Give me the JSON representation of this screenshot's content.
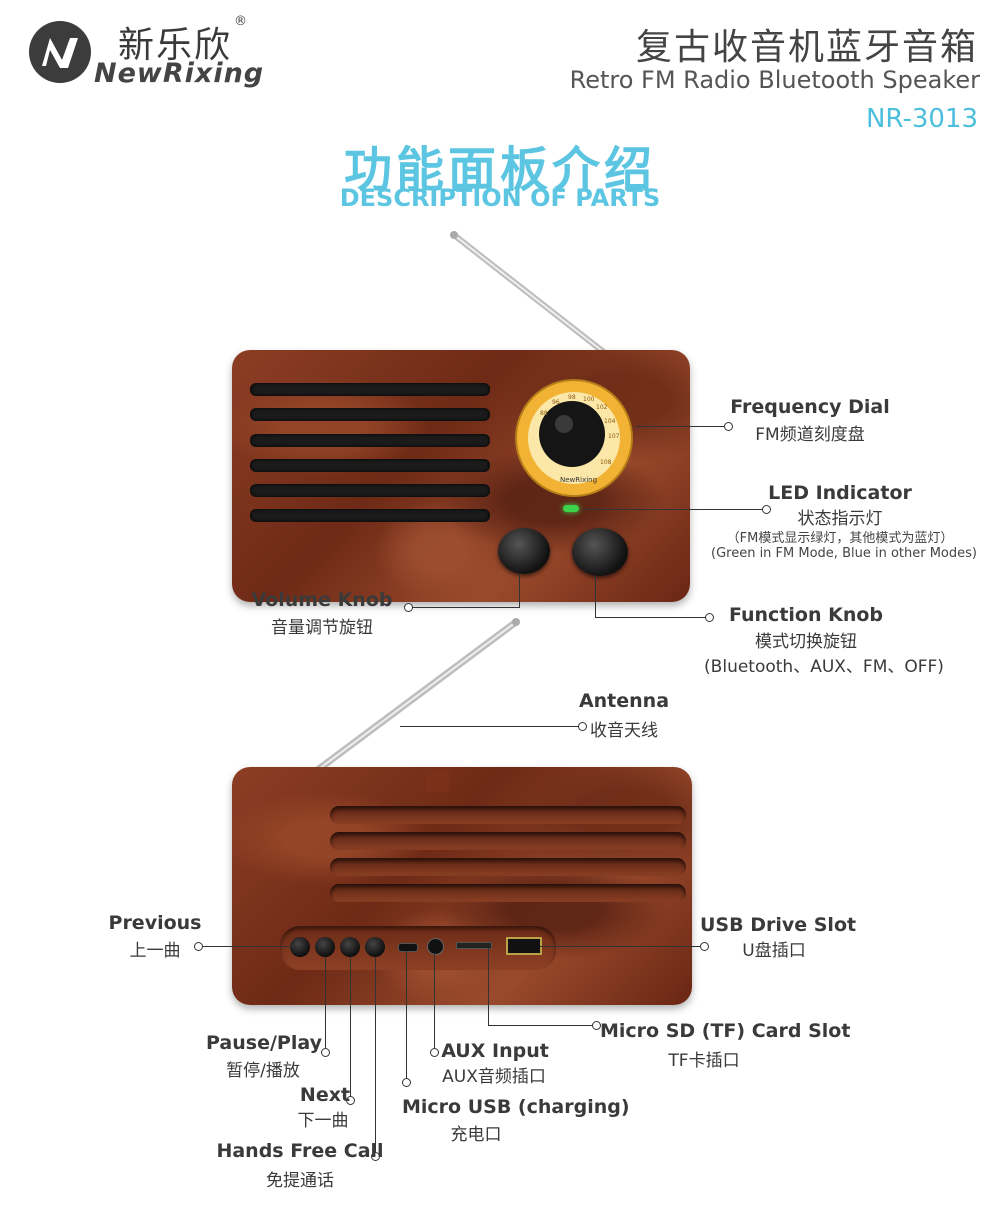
{
  "brand": {
    "cn": "新乐欣",
    "en": "NewRixing",
    "reg": "®"
  },
  "product": {
    "title_cn": "复古收音机蓝牙音箱",
    "title_en": "Retro FM Radio Bluetooth Speaker",
    "model": "NR-3013"
  },
  "section": {
    "cn": "功能面板介绍",
    "en": "DESCRIPTION OF PARTS"
  },
  "dial": {
    "brand": "NewRixing",
    "ticks": [
      "88",
      "96",
      "98",
      "100",
      "102",
      "104",
      "107",
      "108"
    ]
  },
  "front_labels": {
    "frequency_dial": {
      "en": "Frequency Dial",
      "cn": "FM频道刻度盘"
    },
    "led_indicator": {
      "en": "LED Indicator",
      "cn": "状态指示灯",
      "note_cn": "（FM模式显示绿灯，其他模式为蓝灯）",
      "note_en": "(Green in FM Mode, Blue in other Modes)"
    },
    "volume_knob": {
      "en": "Volume Knob",
      "cn": "音量调节旋钮"
    },
    "function_knob": {
      "en": "Function Knob",
      "cn": "模式切换旋钮",
      "modes": "(Bluetooth、AUX、FM、OFF)"
    },
    "antenna": {
      "en": "Antenna",
      "cn": "收音天线"
    }
  },
  "back_labels": {
    "previous": {
      "en": "Previous",
      "cn": "上一曲"
    },
    "usb_drive": {
      "en": "USB Drive Slot",
      "cn": "U盘插口"
    },
    "micro_sd": {
      "en": "Micro SD (TF) Card Slot",
      "cn": "TF卡插口"
    },
    "aux_input": {
      "en": "AUX Input",
      "cn": "AUX音频插口"
    },
    "micro_usb": {
      "en": "Micro USB (charging)",
      "cn": "充电口"
    },
    "pause_play": {
      "en": "Pause/Play",
      "cn": "暂停/播放"
    },
    "next": {
      "en": "Next",
      "cn": "下一曲"
    },
    "hands_free": {
      "en": "Hands Free Call",
      "cn": "免提通话"
    }
  },
  "colors": {
    "accent": "#5cc6e2",
    "wood": "#7a3219",
    "dial_ring": "#f2b233",
    "led": "#3cd24a"
  }
}
